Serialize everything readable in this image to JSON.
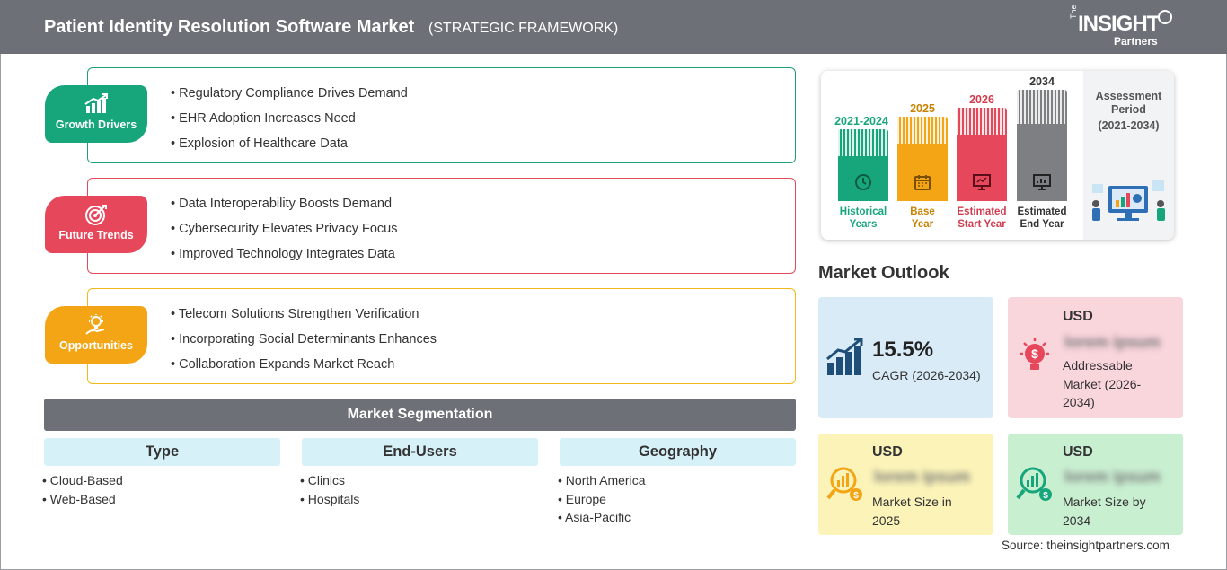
{
  "header": {
    "title": "Patient Identity Resolution Software Market",
    "subtitle": "(STRATEGIC FRAMEWORK)",
    "logo": {
      "the": "The",
      "insight": "INSIGHT",
      "partners": "Partners"
    }
  },
  "framework": {
    "growth_drivers": {
      "label": "Growth Drivers",
      "color": "#17a57c",
      "items": [
        "Regulatory Compliance Drives Demand",
        "EHR Adoption Increases Need",
        "Explosion of Healthcare Data"
      ]
    },
    "future_trends": {
      "label": "Future Trends",
      "color": "#e6475a",
      "items": [
        "Data Interoperability Boosts Demand",
        "Cybersecurity Elevates Privacy Focus",
        "Improved Technology Integrates Data"
      ]
    },
    "opportunities": {
      "label": "Opportunities",
      "color": "#f4a515",
      "items": [
        "Telecom Solutions Strengthen Verification",
        "Incorporating Social Determinants Enhances",
        "Collaboration Expands Market Reach"
      ]
    }
  },
  "segmentation": {
    "title": "Market Segmentation",
    "columns": [
      {
        "heading": "Type",
        "items": [
          "Cloud-Based",
          "Web-Based"
        ]
      },
      {
        "heading": "End-Users",
        "items": [
          "Clinics",
          "Hospitals"
        ]
      },
      {
        "heading": "Geography",
        "items": [
          "North America",
          "Europe",
          "Asia-Pacific"
        ]
      }
    ]
  },
  "timeline": {
    "columns": [
      {
        "year": "2021-2024",
        "label_line1": "Historical",
        "label_line2": "Years",
        "color": "#17a57c",
        "icon": "history-icon"
      },
      {
        "year": "2025",
        "label_line1": "Base",
        "label_line2": "Year",
        "color": "#f4a515",
        "icon": "calendar-icon"
      },
      {
        "year": "2026",
        "label_line1": "Estimated",
        "label_line2": "Start Year",
        "color": "#e6475a",
        "icon": "presentation-icon"
      },
      {
        "year": "2034",
        "label_line1": "Estimated",
        "label_line2": "End Year",
        "color": "#7d7f82",
        "icon": "monitor-chart-icon"
      }
    ],
    "assessment_label_line1": "Assessment",
    "assessment_label_line2": "Period",
    "assessment_period": "(2021-2034)"
  },
  "market_outlook": {
    "title": "Market Outlook",
    "cagr": {
      "value": "15.5%",
      "label": "CAGR (2026-2034)",
      "color": "#d8ebf6"
    },
    "addressable": {
      "currency": "USD",
      "value": "lorem ipsum",
      "label_line1": "Addressable",
      "label_line2": "Market (2026-",
      "label_line3": "2034)",
      "color": "#f9d5dc"
    },
    "size_2025": {
      "currency": "USD",
      "value": "lorem ipsum",
      "label_line1": "Market Size in",
      "label_line2": "2025",
      "color": "#fbf3b8"
    },
    "size_2034": {
      "currency": "USD",
      "value": "lorem ipsum",
      "label_line1": "Market Size by",
      "label_line2": "2034",
      "color": "#c9efd1"
    }
  },
  "source": "Source: theinsightpartners.com"
}
